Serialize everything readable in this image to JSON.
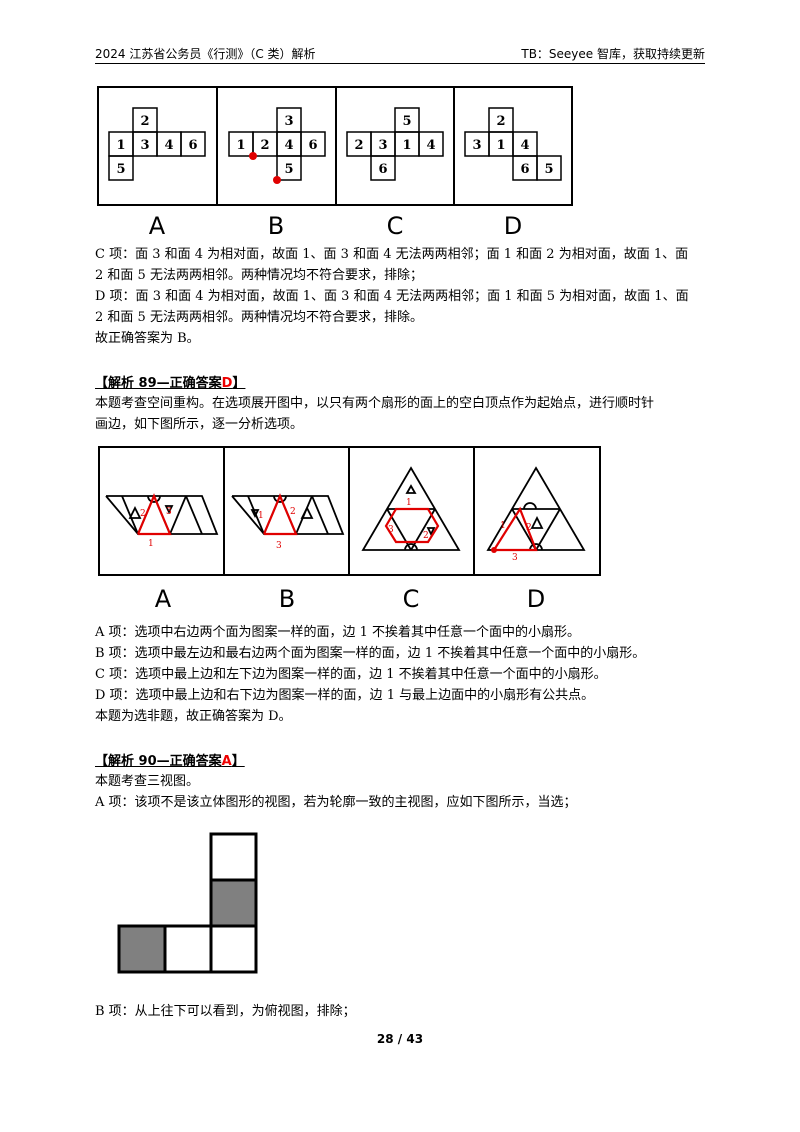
{
  "header": {
    "left": "2024 江苏省公务员《行测》（C 类）解析",
    "right": "TB：Seeyee 智库，获取持续更新"
  },
  "fig1": {
    "options": [
      "A",
      "B",
      "C",
      "D"
    ]
  },
  "q88": {
    "c_line1": "C 项：面 3 和面 4 为相对面，故面 1、面 3 和面 4 无法两两相邻；面 1 和面 2 为相对面，故面 1、面",
    "c_line2": "2 和面 5 无法两两相邻。两种情况均不符合要求，排除；",
    "d_line1": "D 项：面 3 和面 4 为相对面，故面 1、面 3 和面 4 无法两两相邻；面 1 和面 5 为相对面，故面 1、面",
    "d_line2": "2 和面 5 无法两两相邻。两种情况均不符合要求，排除。",
    "answer": "故正确答案为 B。"
  },
  "q89": {
    "heading_prefix": "【解析 89—正确答案",
    "heading_answer": "D",
    "heading_suffix": "】",
    "intro_line1": "本题考查空间重构。在选项展开图中，以只有两个扇形的面上的空白顶点作为起始点，进行顺时针",
    "intro_line2": "画边，如下图所示，逐一分析选项。",
    "fig_options": [
      "A",
      "B",
      "C",
      "D"
    ],
    "a": "A 项：选项中右边两个面为图案一样的面，边 1 不挨着其中任意一个面中的小扇形。",
    "b": "B 项：选项中最左边和最右边两个面为图案一样的面，边 1 不挨着其中任意一个面中的小扇形。",
    "c": "C 项：选项中最上边和左下边为图案一样的面，边 1 不挨着其中任意一个面中的小扇形。",
    "d": "D 项：选项中最上边和右下边为图案一样的面，边 1 与最上边面中的小扇形有公共点。",
    "conclusion": "本题为选非题，故正确答案为 D。"
  },
  "q90": {
    "heading_prefix": "【解析 90—正确答案",
    "heading_answer": "A",
    "heading_suffix": "】",
    "intro": "本题考查三视图。",
    "a": "A 项：该项不是该立体图形的视图，若为轮廓一致的主视图，应如下图所示，当选；",
    "b": "B 项：从上往下可以看到，为俯视图，排除；"
  },
  "footer": {
    "page": "28 / 43"
  },
  "colors": {
    "accent_red": "#e00000",
    "gray_fill": "#808080"
  }
}
